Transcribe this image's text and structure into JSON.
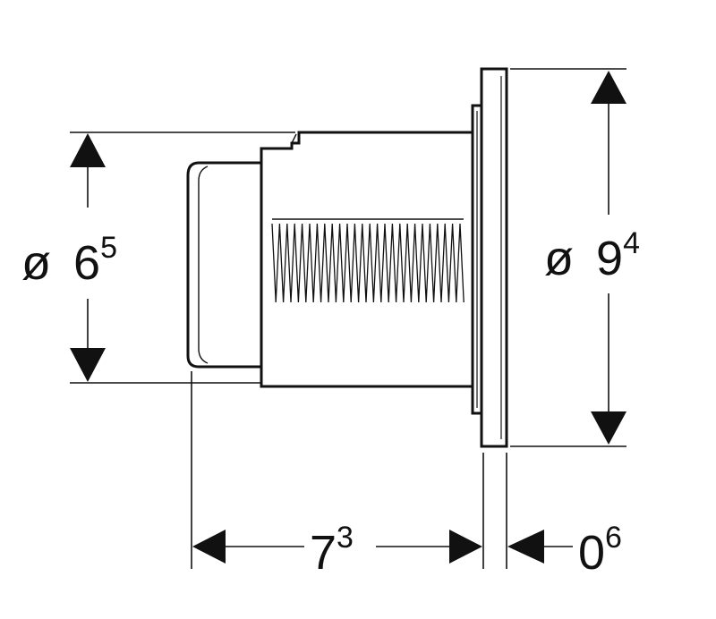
{
  "dimensions": {
    "left_diameter": {
      "symbol": "ø",
      "base": "6",
      "sup": "5"
    },
    "right_diameter": {
      "symbol": "ø",
      "base": "9",
      "sup": "4"
    },
    "body_length": {
      "base": "7",
      "sup": "3"
    },
    "plate_thickness": {
      "base": "0",
      "sup": "6"
    }
  },
  "colors": {
    "line": "#111111",
    "background": "#ffffff"
  }
}
